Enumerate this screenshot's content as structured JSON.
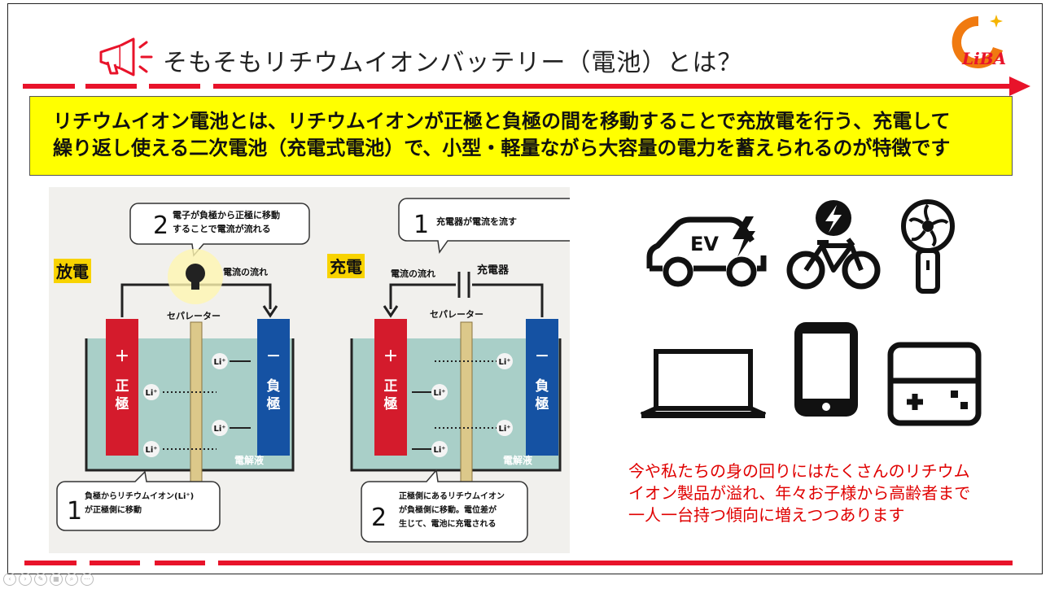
{
  "slide": {
    "title": "そもそもリチウムイオンバッテリー（電池）とは？",
    "logo_text": "LiBA",
    "banner": {
      "line1": "リチウムイオン電池とは、リチウムイオンが正極と負極の間を移動することで充放電を行う、充電して",
      "line2": "繰り返し使える二次電池（充電式電池）で、小型・軽量ながら大容量の電力を蓄えられるのが特徴です"
    },
    "note": {
      "line1": "今や私たちの身の回りにはたくさんのリチウム",
      "line2": "イオン製品が溢れ、年々お子様から高齢者まで",
      "line3": "一人一台持つ傾向に増えつつあります"
    }
  },
  "diagram": {
    "discharge": {
      "heading": "放電",
      "step2_num": "2",
      "step2_line1": "電子が負極から正極に移動",
      "step2_line2": "することで電流が流れる",
      "current_label": "電流の流れ",
      "separator_label": "セパレーター",
      "positive_sign": "＋",
      "positive_c1": "正",
      "positive_c2": "極",
      "negative_sign": "－",
      "negative_c1": "負",
      "negative_c2": "極",
      "electrolyte": "電解液",
      "step1_num": "1",
      "step1_line1": "負極からリチウムイオン(Li⁺)",
      "step1_line2": "が正極側に移動",
      "ion": "Li⁺"
    },
    "charge": {
      "heading": "充電",
      "step1_num": "1",
      "step1_text": "充電器が電流を流す",
      "current_label": "電流の流れ",
      "charger_label": "充電器",
      "separator_label": "セパレーター",
      "positive_sign": "＋",
      "positive_c1": "正",
      "positive_c2": "極",
      "negative_sign": "－",
      "negative_c1": "負",
      "negative_c2": "極",
      "electrolyte": "電解液",
      "step2_num": "2",
      "step2_line1": "正極側にあるリチウムイオン",
      "step2_line2": "が負極側に移動。電位差が",
      "step2_line3": "生じて、電池に充電される",
      "ion": "Li⁺"
    }
  },
  "icons": {
    "ev_label": "EV",
    "items": [
      "ev-car-icon",
      "e-bike-icon",
      "handheld-fan-icon",
      "laptop-icon",
      "smartphone-icon",
      "game-console-icon"
    ]
  },
  "colors": {
    "accent_red": "#e8132a",
    "banner_yellow": "#ffff00",
    "logo_orange": "#f07a10",
    "positive_red": "#d41b2c",
    "negative_blue": "#1552a3",
    "electrolyte": "#a9cfc8",
    "separator_tan": "#dcc88a",
    "note_red": "#e00000"
  }
}
